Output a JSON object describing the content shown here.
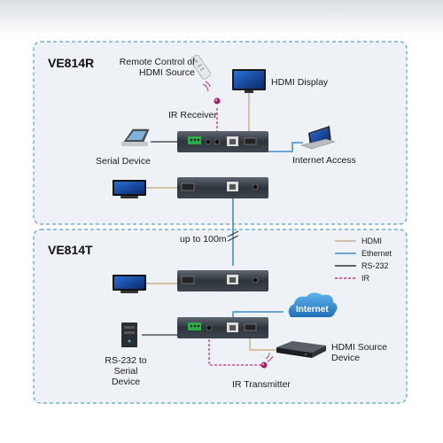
{
  "sections": {
    "receiver": {
      "title": "VE814R"
    },
    "transmitter": {
      "title": "VE814T"
    }
  },
  "labels": {
    "remote_control": "Remote Control of\nHDMI Source",
    "hdmi_display": "HDMI Display",
    "ir_receiver": "IR Receiver",
    "serial_device": "Serial Device",
    "internet_access": "Internet Access",
    "distance": "up to 100m",
    "internet_cloud": "Internet",
    "rs232_serial_device": "RS-232 to\nSerial Device",
    "hdmi_source_device": "HDMI Source\nDevice",
    "ir_transmitter": "IR Transmitter"
  },
  "legend": {
    "items": [
      {
        "label": "HDMI",
        "color": "#c8b287",
        "style": "solid"
      },
      {
        "label": "Ethernet",
        "color": "#3d8fc6",
        "style": "solid"
      },
      {
        "label": "RS-232",
        "color": "#333333",
        "style": "solid"
      },
      {
        "label": "IR",
        "color": "#d0307a",
        "style": "dashed"
      }
    ]
  },
  "colors": {
    "hdmi": "#c8b287",
    "ethernet": "#3d8fc6",
    "rs232": "#333333",
    "ir": "#d0307a",
    "section_border": "#5b9fcf",
    "section_fill": "#eef2f6",
    "cloud": "#2e8bd0"
  }
}
